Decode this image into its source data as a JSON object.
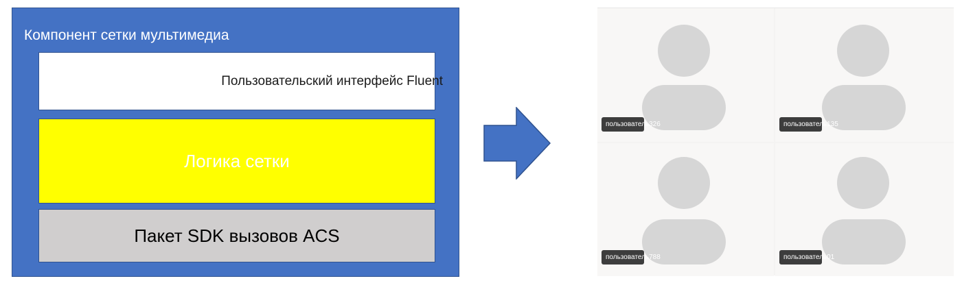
{
  "diagram": {
    "container_title": "Компонент сетки мультимедиа",
    "layers": {
      "fluent": "Пользовательский интерфейс Fluent",
      "logic": "Логика сетки",
      "sdk": "Пакет SDK вызовов ACS"
    },
    "colors": {
      "container": "#4472c4",
      "fluent_layer": "#ffffff",
      "logic_layer": "#ffff00",
      "sdk_layer": "#d0cece",
      "arrow": "#4472c4"
    }
  },
  "arrow_icon": "right-arrow-icon",
  "video_grid": {
    "participants": [
      {
        "name": "пользователь326"
      },
      {
        "name": "пользователь135"
      },
      {
        "name": "пользователь788"
      },
      {
        "name": "пользователь01"
      }
    ],
    "avatar_icon": "person-placeholder-icon"
  }
}
